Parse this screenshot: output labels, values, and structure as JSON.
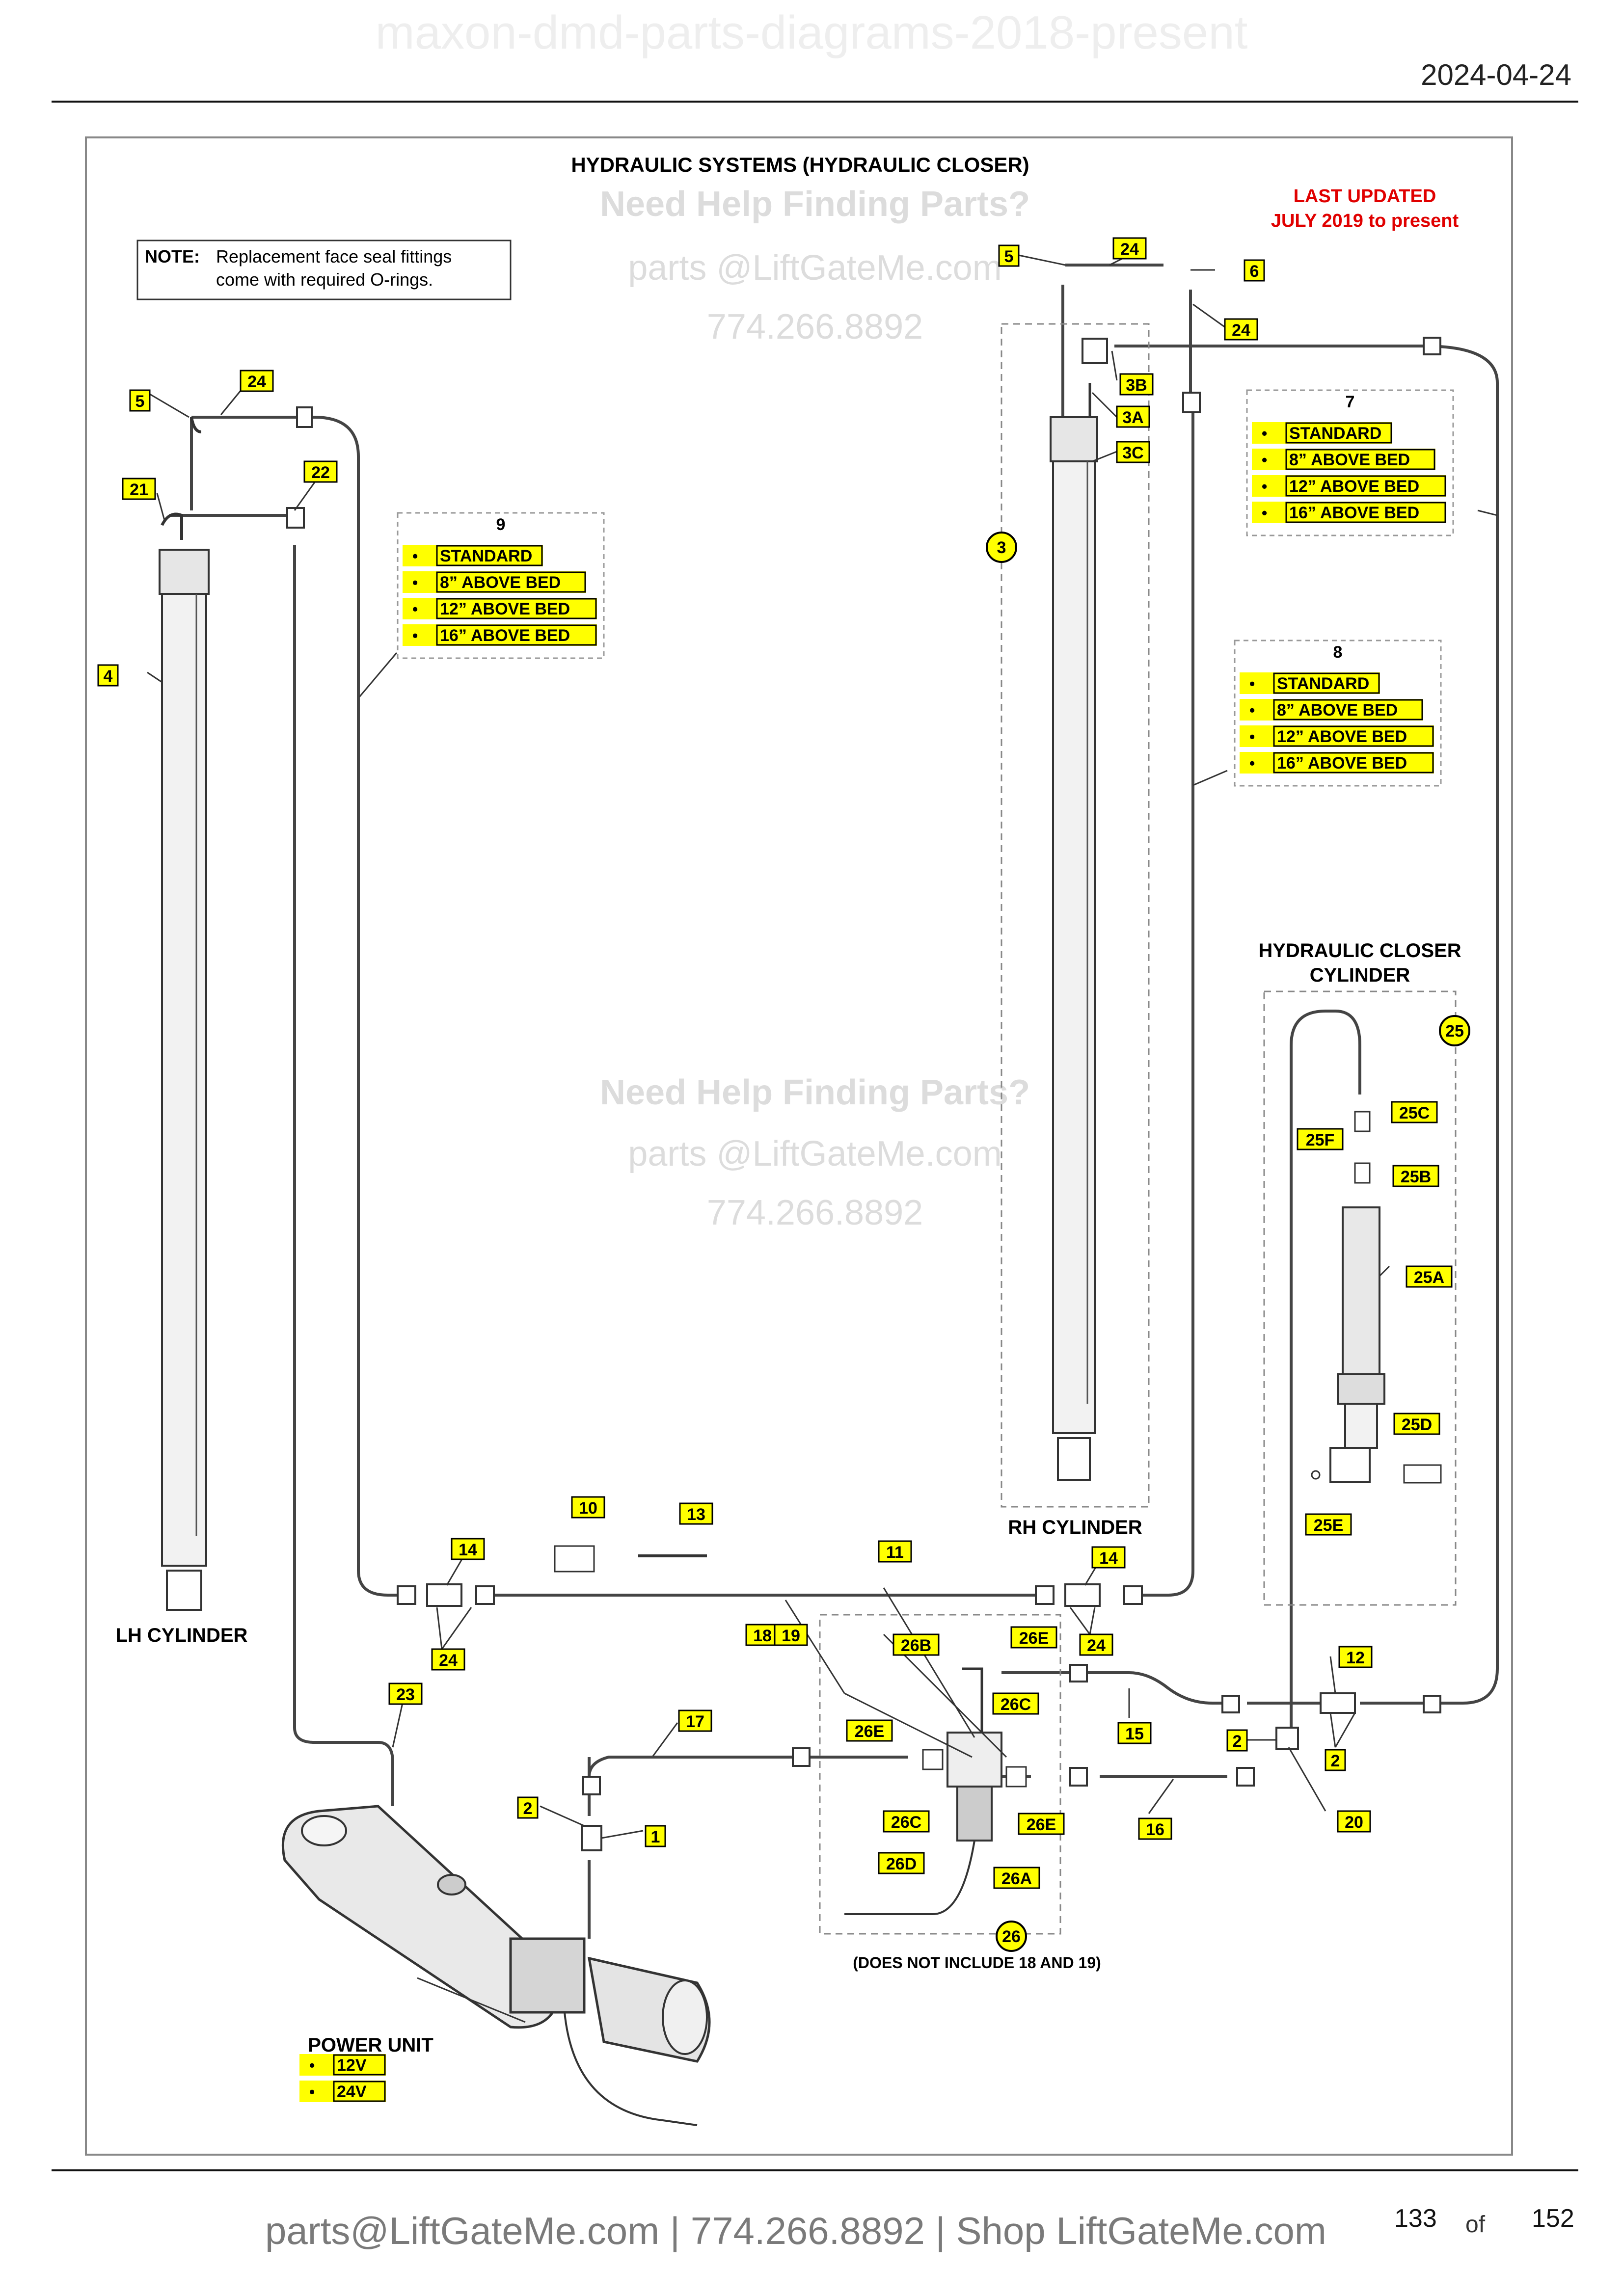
{
  "header": {
    "doc_name": "maxon-dmd-parts-diagrams-2018-present",
    "date": "2024-04-24"
  },
  "diagram": {
    "title": "HYDRAULIC SYSTEMS (HYDRAULIC CLOSER)",
    "last_updated_line1": "LAST UPDATED",
    "last_updated_line2": "JULY 2019 to present",
    "note_bold": "NOTE:",
    "note_line1": "Replacement face seal fittings",
    "note_line2": "come with required O-rings.",
    "watermark": {
      "line1": "Need Help Finding Parts?",
      "line2": "parts @LiftGateMe.com",
      "line3": "774.266.8892"
    },
    "labels": {
      "lh_cylinder": "LH CYLINDER",
      "rh_cylinder": "RH CYLINDER",
      "closer_line1": "HYDRAULIC CLOSER",
      "closer_line2": "CYLINDER",
      "power_unit": "POWER UNIT",
      "kit_26_note": "(DOES NOT INCLUDE 18 AND 19)"
    },
    "option_groups": {
      "g9": {
        "number": "9",
        "options": [
          "STANDARD",
          "8” ABOVE BED",
          "12” ABOVE BED",
          "16” ABOVE BED"
        ]
      },
      "g7": {
        "number": "7",
        "options": [
          "STANDARD",
          "8” ABOVE BED",
          "12” ABOVE BED",
          "16” ABOVE BED"
        ]
      },
      "g8": {
        "number": "8",
        "options": [
          "STANDARD",
          "8” ABOVE BED",
          "12” ABOVE BED",
          "16” ABOVE BED"
        ]
      },
      "power": {
        "options": [
          "12V",
          "24V"
        ]
      }
    },
    "bullet": "•",
    "callouts": {
      "c5_left": "5",
      "c24_left": "24",
      "c21": "21",
      "c22": "22",
      "c4": "4",
      "c5_right": "5",
      "c24_top": "24",
      "c6": "6",
      "c24_right": "24",
      "c3B": "3B",
      "c3A": "3A",
      "c3C": "3C",
      "c10": "10",
      "c13": "13",
      "c11": "11",
      "c14_left": "14",
      "c24_bottom_left": "24",
      "c14_right": "14",
      "c24_bottom_right": "24",
      "c23": "23",
      "c17": "17",
      "c2_left": "2",
      "c1": "1",
      "c18": "18",
      "c19": "19",
      "c26B": "26B",
      "c26E_top": "26E",
      "c26E_left": "26E",
      "c26C_right": "26C",
      "c26C_left": "26C",
      "c26E_bottom": "26E",
      "c26A": "26A",
      "c26D": "26D",
      "c15": "15",
      "c16": "16",
      "c12": "12",
      "c2_mid": "2",
      "c2_right": "2",
      "c20": "20",
      "c25C": "25C",
      "c25F": "25F",
      "c25B": "25B",
      "c25A": "25A",
      "c25D": "25D",
      "c25E": "25E"
    },
    "circle_callouts": {
      "c3": "3",
      "c25": "25",
      "c26": "26"
    }
  },
  "footer": {
    "contact": "parts@LiftGateMe.com | 774.266.8892 | Shop LiftGateMe.com",
    "page_current": "133",
    "page_of": "of",
    "page_total": "152"
  },
  "colors": {
    "callout_fill": "#ffff00",
    "last_updated_red": "#e00000",
    "watermark_gray": "#d8d8d8"
  }
}
